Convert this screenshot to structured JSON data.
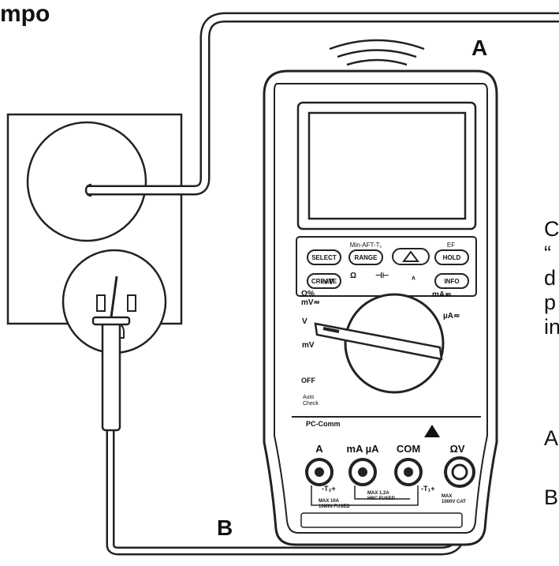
{
  "heading_fragment": "mpo",
  "callouts": {
    "a": "A",
    "b": "B"
  },
  "meter": {
    "buttons": [
      "SELECT",
      "RANGE",
      "HOLD",
      "CREATE",
      "INFO"
    ],
    "button_tops": [
      "",
      "Min-AFT-T₁",
      "EF"
    ],
    "dial": {
      "off": "OFF",
      "auto": "Auto\nCheck"
    },
    "panel_label": "PC-Comm",
    "jacks": [
      "A",
      "mA µA",
      "COM",
      "ΩV"
    ],
    "fuse_1": "MAX 10A\n10MIN FUSED",
    "fuse_2": "MAX 1.2A\nHBC FUSED",
    "max_v": "MAX\n1000V CAT",
    "temp_1": "-T₂+",
    "temp_2": "-T₁+"
  },
  "right_text": {
    "lines": [
      "C",
      "“",
      "d",
      "p",
      "in"
    ],
    "a": "A",
    "b": "B"
  }
}
